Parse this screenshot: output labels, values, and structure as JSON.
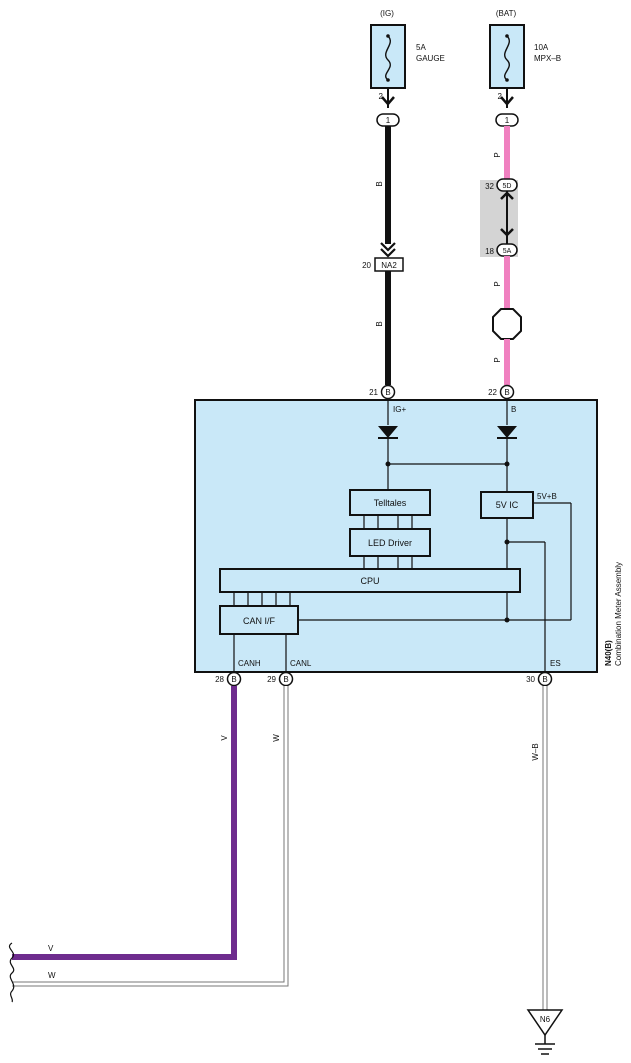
{
  "fuses": {
    "ig": {
      "source": "(IG)",
      "rating": "5A",
      "name": "GAUGE",
      "pin": "2"
    },
    "bat": {
      "source": "(BAT)",
      "rating": "10A",
      "name": "MPX–B",
      "pin": "2"
    }
  },
  "connectors": {
    "ig_top": "1",
    "bat_top": "1",
    "na2": {
      "label": "NA2",
      "pin": "20"
    },
    "c5d": {
      "label": "5D",
      "pin": "32"
    },
    "c5a": {
      "label": "5A",
      "pin": "18"
    },
    "b21": {
      "letter": "B",
      "pin": "21"
    },
    "b22": {
      "letter": "B",
      "pin": "22"
    },
    "b28": {
      "letter": "B",
      "pin": "28"
    },
    "b29": {
      "letter": "B",
      "pin": "29"
    },
    "b30": {
      "letter": "B",
      "pin": "30"
    }
  },
  "wires": {
    "ig_upper": "B",
    "ig_lower": "B",
    "bat_upper": "P",
    "bat_mid": "P",
    "bat_lower": "P",
    "canh": "V",
    "canl": "W",
    "es": "W–B",
    "canh_end": "V",
    "canl_end": "W"
  },
  "component": {
    "code": "N40(B)",
    "name": "Combination Meter Assembly",
    "blocks": {
      "telltales": "Telltales",
      "led_driver": "LED Driver",
      "ic5v": "5V IC",
      "cpu": "CPU",
      "can_if": "CAN I/F"
    },
    "terminals": {
      "ig": "IG+",
      "b": "B",
      "v5b": "5V+B",
      "canh": "CANH",
      "canl": "CANL",
      "es": "ES"
    }
  },
  "ground": "N6",
  "colors": {
    "component_fill": "#c9e8f8",
    "wire_black": "#111111",
    "wire_pink": "#f080c0",
    "wire_violet": "#6e2c8e",
    "junction_fill": "#d4d4d4"
  }
}
